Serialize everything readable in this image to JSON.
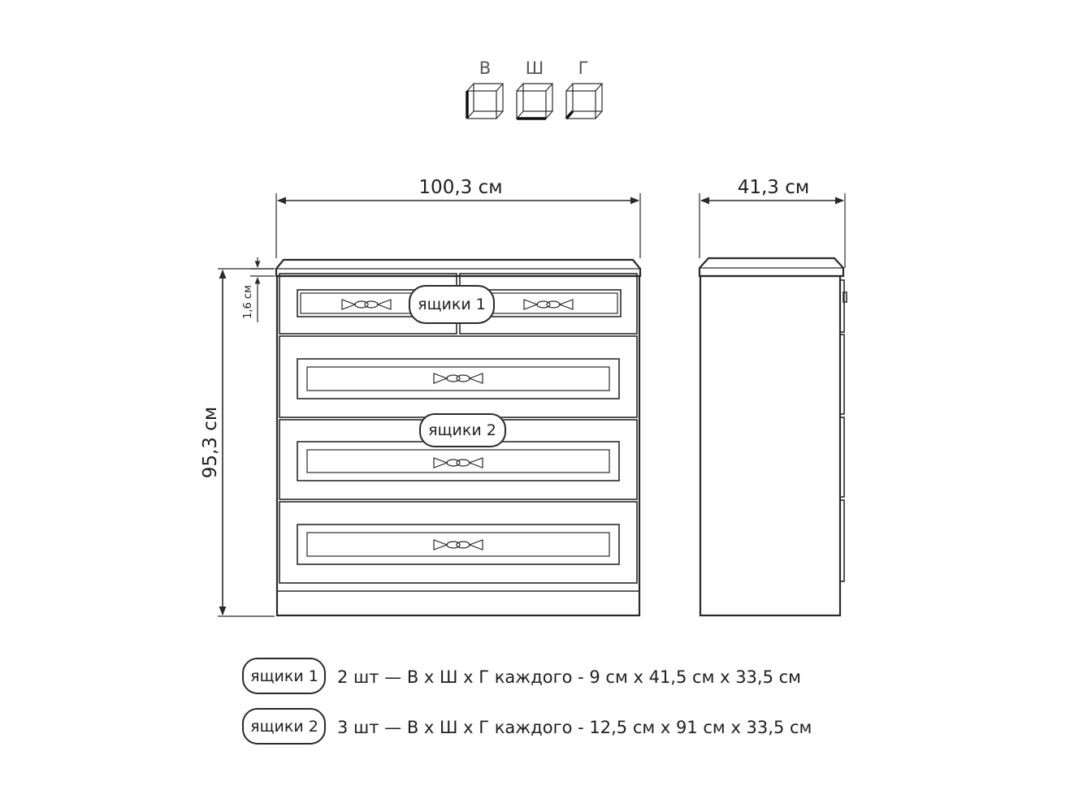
{
  "axes_legend": {
    "height_letter": "В",
    "width_letter": "Ш",
    "depth_letter": "Г"
  },
  "dimensions": {
    "width": "100,3 см",
    "depth": "41,3 см",
    "height": "95,3 см",
    "top_thickness": "1,6 см"
  },
  "drawer_tags": {
    "tag1": "ящики 1",
    "tag2": "ящики 2"
  },
  "legend": [
    {
      "tag": "ящики 1",
      "text": "2 шт — В х Ш х Г каждого - 9 см х 41,5 см х 33,5 см"
    },
    {
      "tag": "ящики 2",
      "text": "3 шт — В х Ш х Г каждого - 12,5 см х 91 см х 33,5 см"
    }
  ]
}
